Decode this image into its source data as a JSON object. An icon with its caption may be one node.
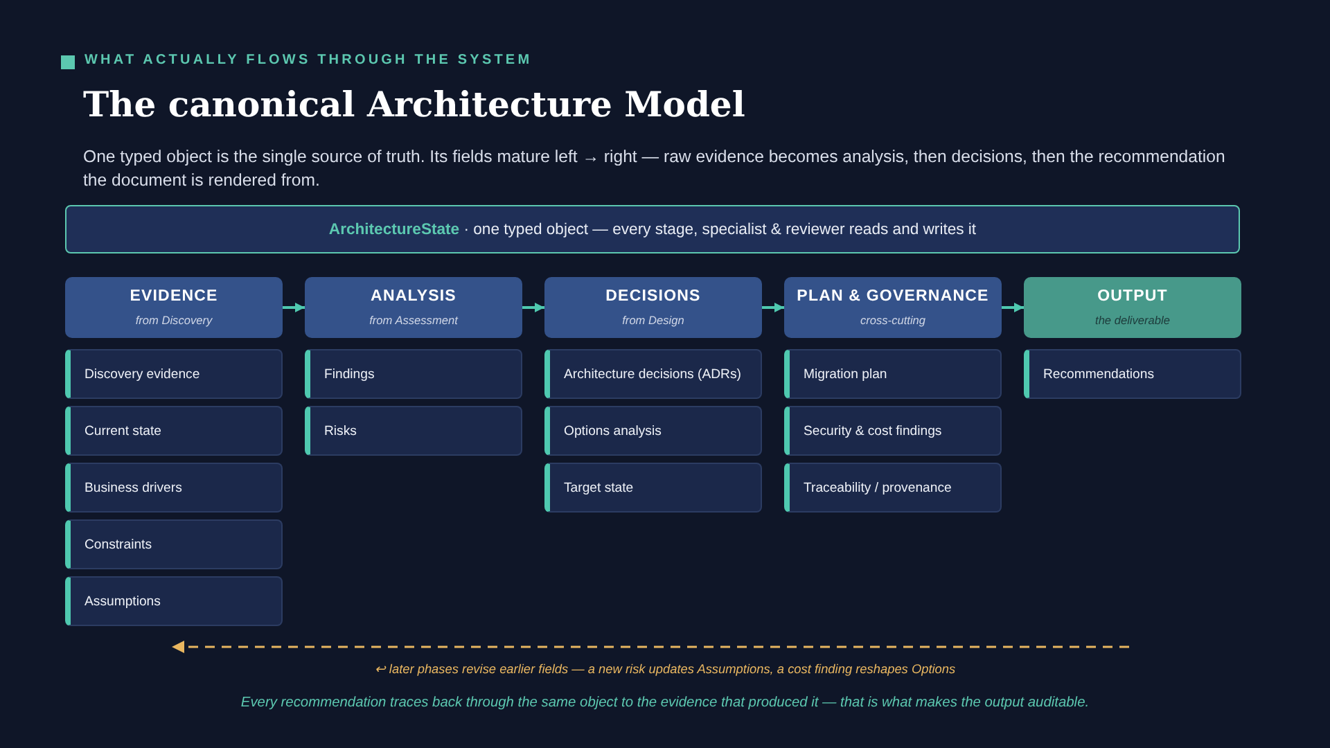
{
  "diagram": {
    "title": "The canonical Architecture Model",
    "caption": "Every recommendation traces back through the same object to the evidence that produced it — that is what makes the output auditable.",
    "nodes": [
      {
        "text": [
          "**ArchitectureState** · one typed object — every stage, specialist & reviewer reads and writes it"
        ]
      },
      {
        "text": [
          "EVIDENCE",
          "from Discovery"
        ]
      },
      {
        "text": [
          "ANALYSIS",
          "from Assessment"
        ]
      },
      {
        "text": [
          "DECISIONS",
          "from Design"
        ]
      },
      {
        "text": [
          "PLAN & GOVERNANCE",
          "cross-cutting"
        ]
      },
      {
        "text": [
          "OUTPUT",
          "the deliverable"
        ]
      },
      {
        "text": [
          "Discovery evidence"
        ]
      },
      {
        "text": [
          "Current state"
        ]
      },
      {
        "text": [
          "Business drivers"
        ]
      },
      {
        "text": [
          "Constraints"
        ]
      },
      {
        "text": [
          "Assumptions"
        ]
      },
      {
        "text": [
          "Findings"
        ]
      },
      {
        "text": [
          "Risks"
        ]
      },
      {
        "text": [
          "Architecture decisions (ADRs)"
        ]
      },
      {
        "text": [
          "Options analysis"
        ]
      },
      {
        "text": [
          "Target state"
        ]
      },
      {
        "text": [
          "Migration plan"
        ]
      },
      {
        "text": [
          "Security & cost findings"
        ]
      },
      {
        "text": [
          "Traceability / provenance"
        ]
      },
      {
        "text": [
          "Recommendations"
        ]
      }
    ],
    "edges": [
      {
        "from": 1,
        "to": 2,
        "arrow": "to"
      },
      {
        "from": 2,
        "to": 3,
        "arrow": "to"
      },
      {
        "from": 3,
        "to": 4,
        "arrow": "to"
      },
      {
        "from": 4,
        "to": 5,
        "arrow": "to"
      }
    ],
    "labels": [
      "WHAT ACTUALLY FLOWS THROUGH THE SYSTEM",
      "One typed object is the single source of truth. Its fields mature left → right — raw evidence becomes analysis, then decisions, then the recommendation the document is rendered from.",
      "↩ later phases revise earlier fields — a new risk updates Assumptions, a cost finding reshapes Options"
    ]
  }
}
